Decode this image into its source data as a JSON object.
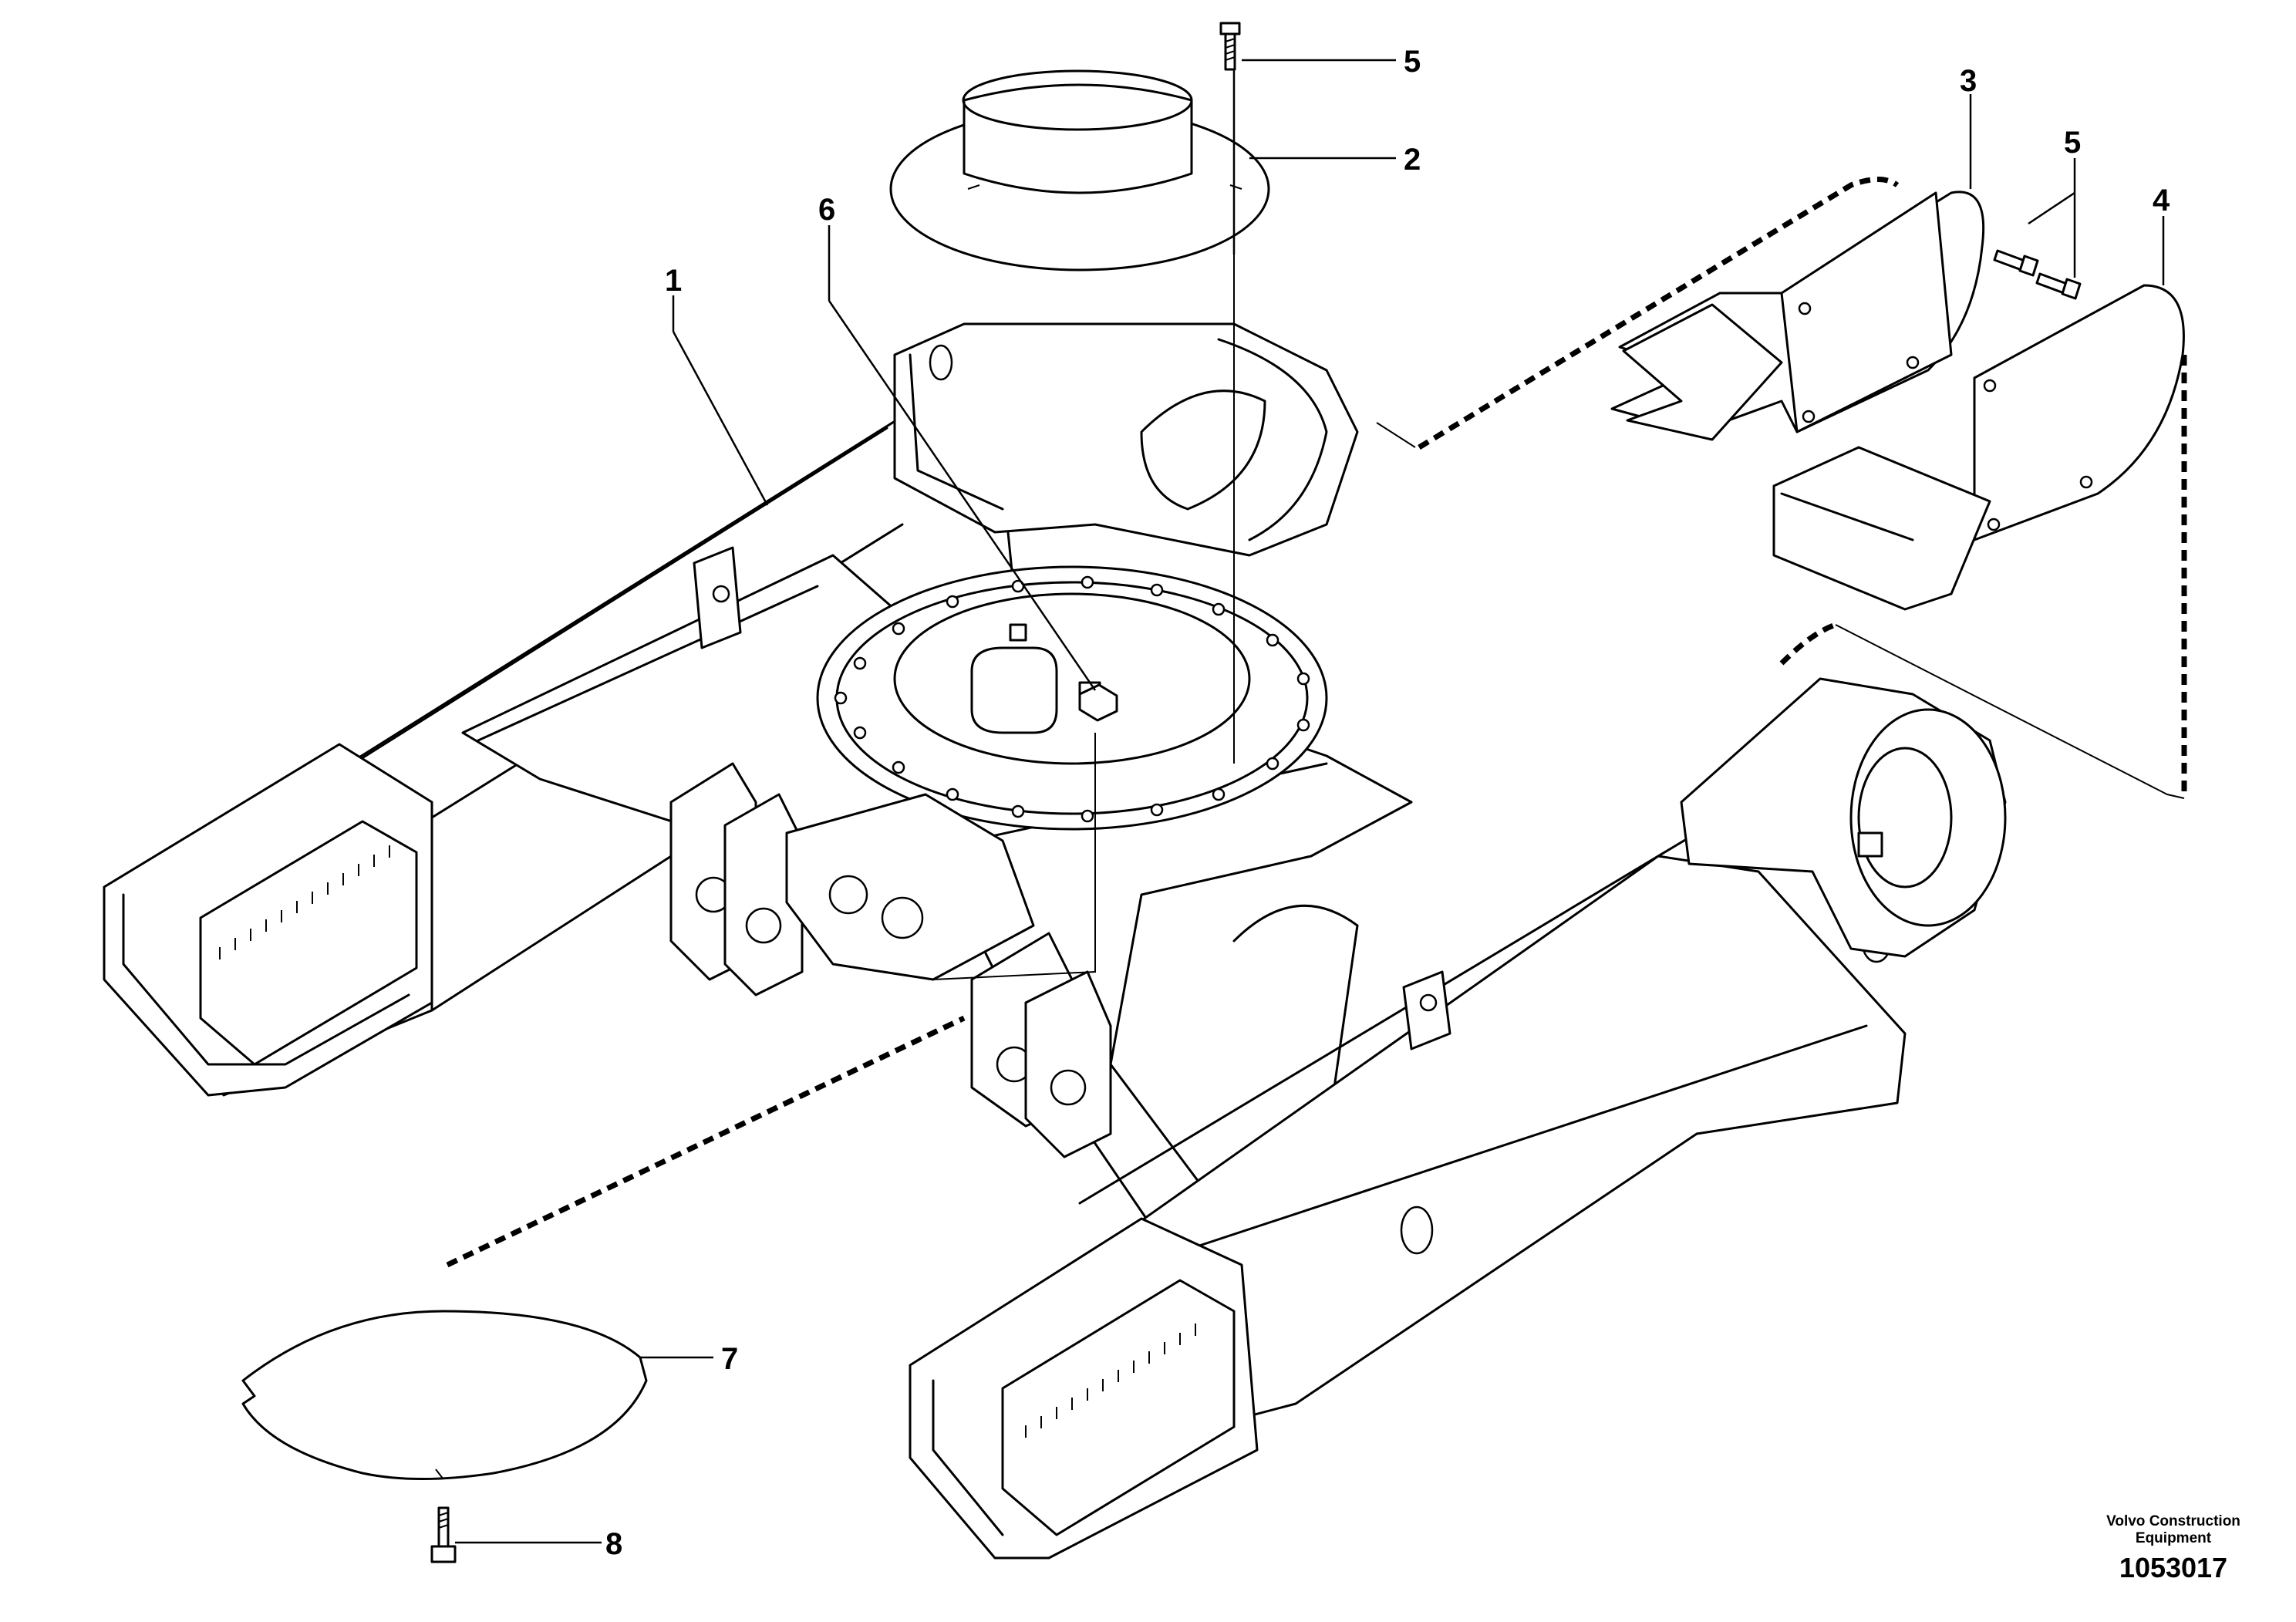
{
  "figure": {
    "callouts": [
      {
        "id": "callout-1",
        "label": "1"
      },
      {
        "id": "callout-2",
        "label": "2"
      },
      {
        "id": "callout-3",
        "label": "3"
      },
      {
        "id": "callout-4",
        "label": "4"
      },
      {
        "id": "callout-5a",
        "label": "5"
      },
      {
        "id": "callout-5b",
        "label": "5"
      },
      {
        "id": "callout-6",
        "label": "6"
      },
      {
        "id": "callout-7",
        "label": "7"
      },
      {
        "id": "callout-8",
        "label": "8"
      }
    ]
  },
  "footer": {
    "brand_line1": "Volvo Construction",
    "brand_line2": "Equipment",
    "drawing_number": "1053017"
  }
}
